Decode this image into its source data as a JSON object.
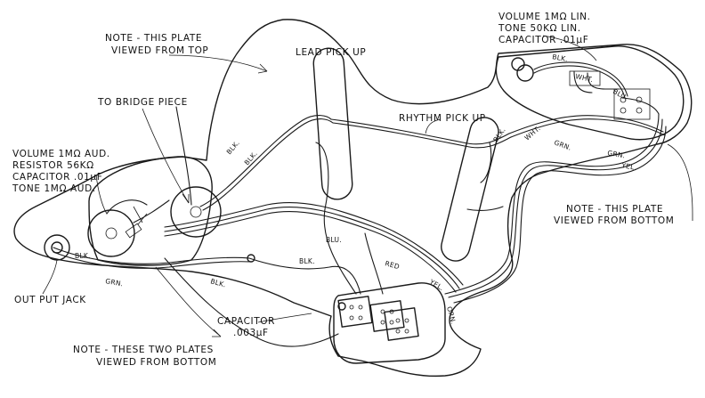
{
  "labels": {
    "note_top": [
      "NOTE - THIS PLATE",
      "VIEWED FROM TOP"
    ],
    "lead_pickup": "LEAD PICK UP",
    "rhythm_pickup": "RHYTHM PICK UP",
    "to_bridge": "TO BRIDGE PIECE",
    "volume_lead": [
      "VOLUME 1MΩ AUD.",
      "RESISTOR 56KΩ",
      "CAPACITOR .01µF",
      "TONE 1MΩ AUD."
    ],
    "volume_rhythm": [
      "VOLUME 1MΩ LIN.",
      "TONE 50KΩ LIN.",
      "CAPACITOR .01µF"
    ],
    "note_bottom_right": [
      "NOTE - THIS PLATE",
      "VIEWED FROM BOTTOM"
    ],
    "output_jack": "OUT PUT JACK",
    "capacitor_small": [
      "CAPACITOR",
      ".003µF"
    ],
    "note_bottom_two": [
      "NOTE - THESE TWO PLATES",
      "VIEWED FROM BOTTOM"
    ]
  },
  "wire_labels": {
    "blk_a": "BLK.",
    "blk_b": "BLK.",
    "blk_c": "BLK.",
    "blk_d": "BLK.",
    "blk_e": "BLK.",
    "blk_f": "BLK.",
    "blk_g": "BLK.",
    "blu_a": "BLU.",
    "blu_b": "BLU.",
    "red": "RED",
    "yel_a": "YEL.",
    "yel_b": "YEL.",
    "grn_a": "GRN.",
    "grn_b": "GRN.",
    "grn_c": "GRN.",
    "orn": "ORN.",
    "wht_a": "WHT.",
    "wht_b": "WHT."
  }
}
